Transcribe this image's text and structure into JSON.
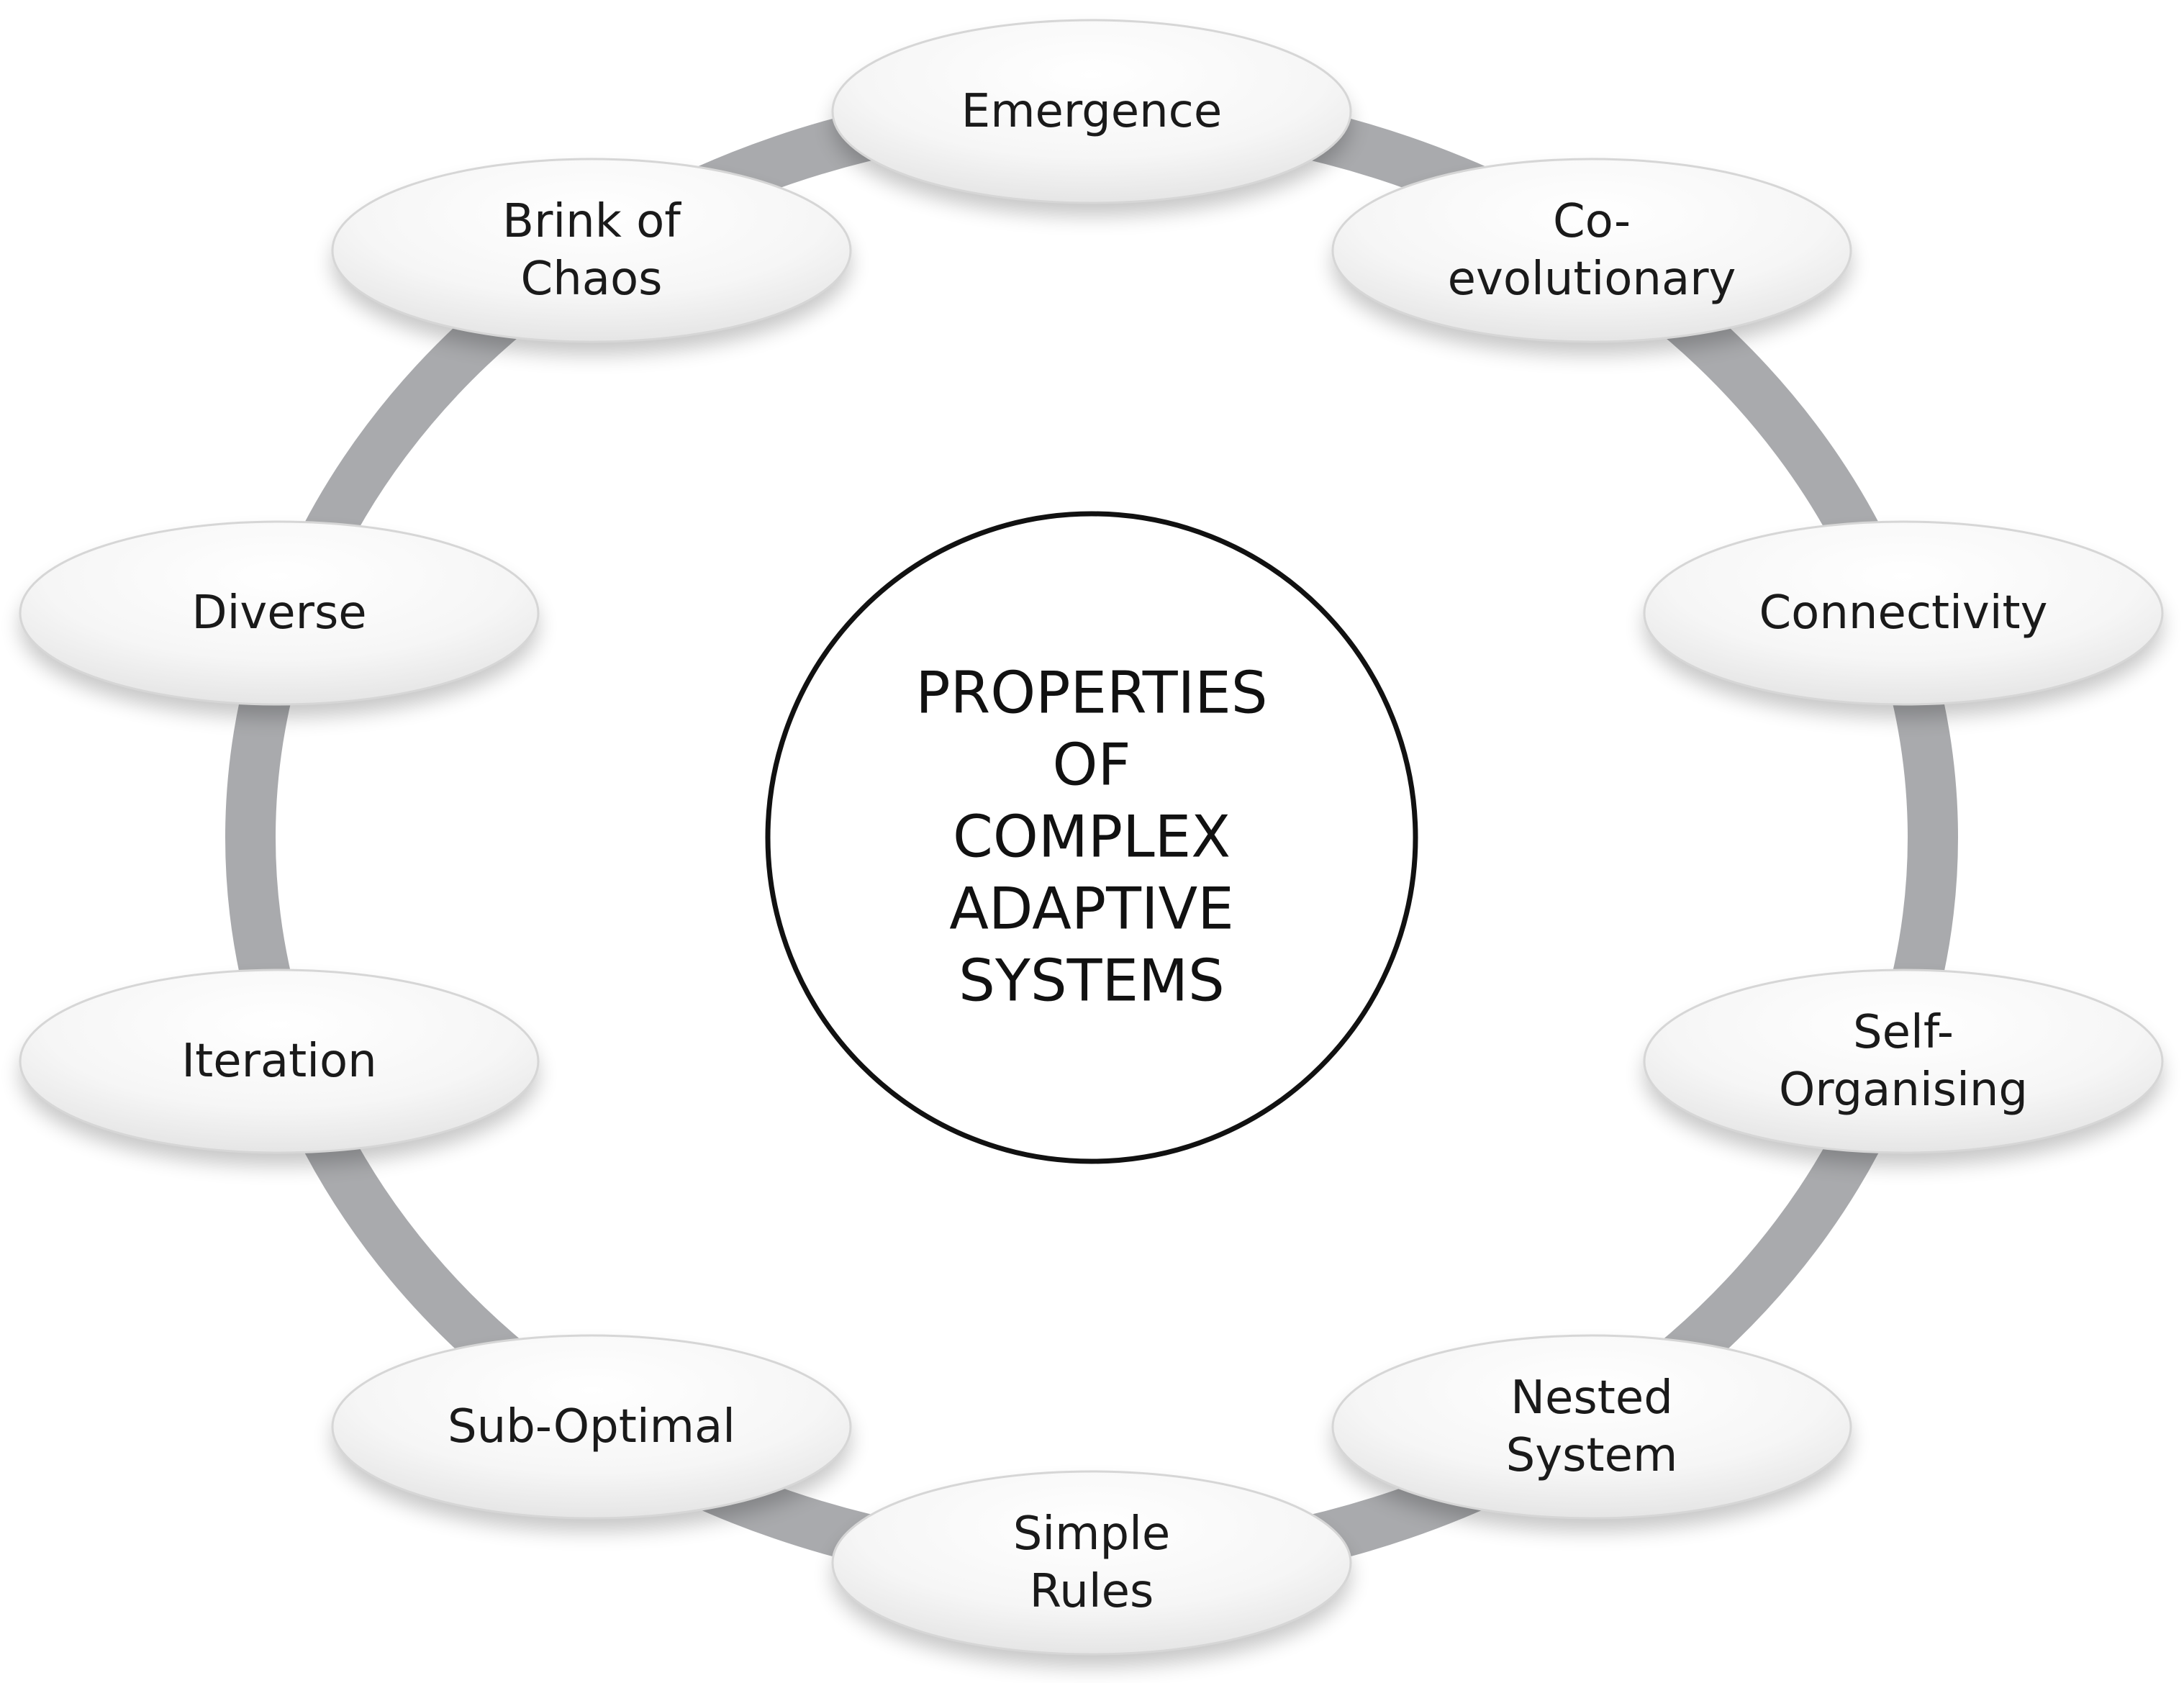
{
  "colors": {
    "ring": "#a9aaad",
    "node_fill_light": "#ffffff",
    "node_fill_dark": "#e4e4e4",
    "hub_border": "#111111",
    "text": "#1a1a1a"
  },
  "hub": {
    "lines": [
      "PROPERTIES",
      "OF",
      "COMPLEX",
      "ADAPTIVE",
      "SYSTEMS"
    ]
  },
  "nodes": [
    {
      "id": "emergence",
      "lines": [
        "Emergence"
      ]
    },
    {
      "id": "co-evolutionary",
      "lines": [
        "Co-",
        "evolutionary"
      ]
    },
    {
      "id": "connectivity",
      "lines": [
        "Connectivity"
      ]
    },
    {
      "id": "self-organising",
      "lines": [
        "Self-",
        "Organising"
      ]
    },
    {
      "id": "nested-system",
      "lines": [
        "Nested",
        "System"
      ]
    },
    {
      "id": "simple-rules",
      "lines": [
        "Simple",
        "Rules"
      ]
    },
    {
      "id": "sub-optimal",
      "lines": [
        "Sub-Optimal"
      ]
    },
    {
      "id": "iteration",
      "lines": [
        "Iteration"
      ]
    },
    {
      "id": "diverse",
      "lines": [
        "Diverse"
      ]
    },
    {
      "id": "brink-of-chaos",
      "lines": [
        "Brink of",
        "Chaos"
      ]
    }
  ]
}
